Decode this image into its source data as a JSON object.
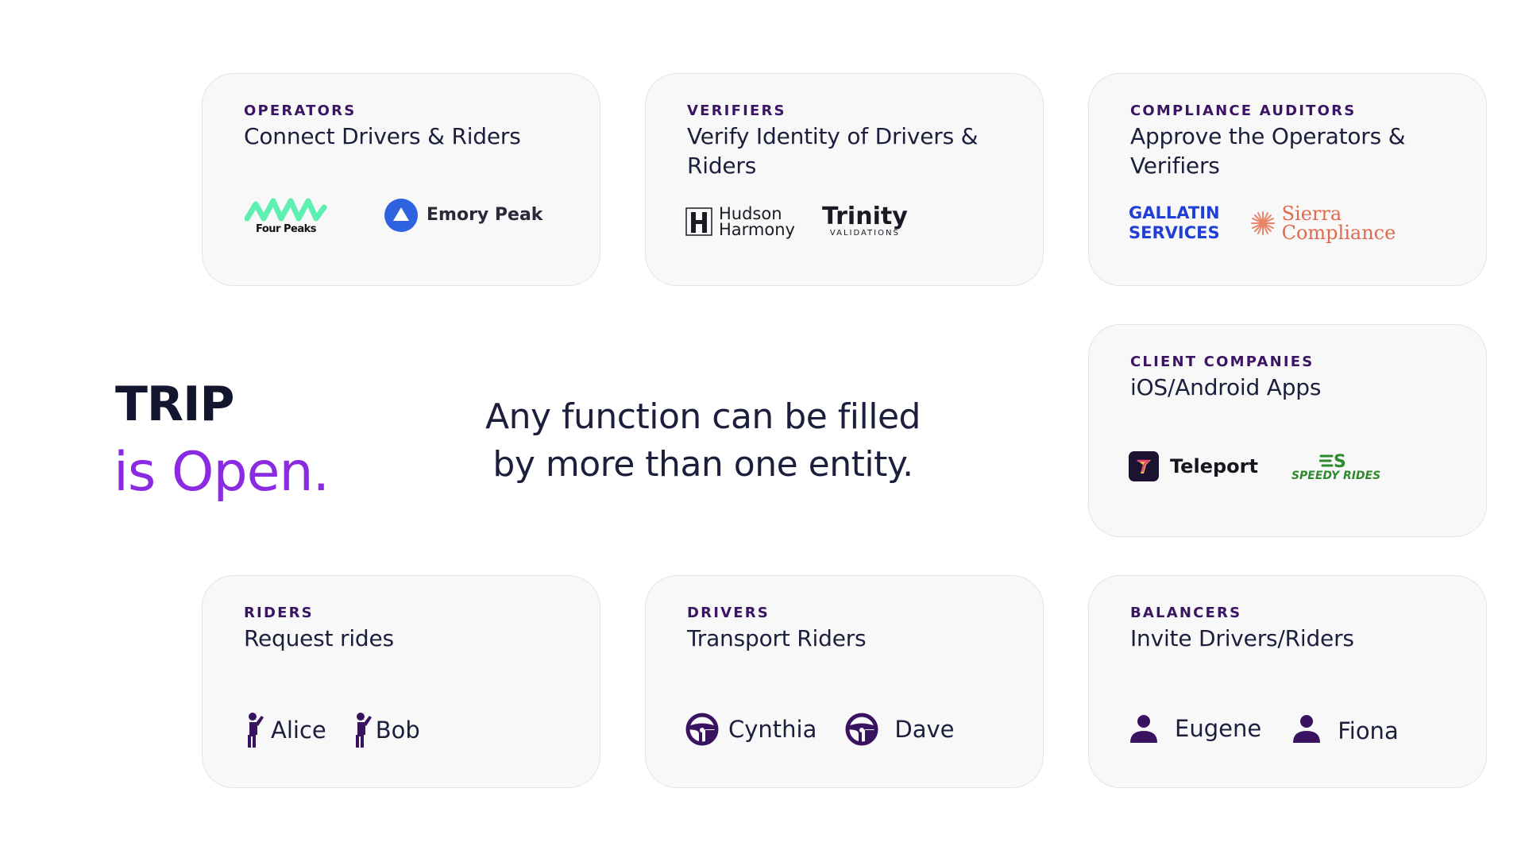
{
  "headline": {
    "title": "TRIP",
    "subtitle": "is Open."
  },
  "tagline": {
    "line1": "Any function can be filled",
    "line2": "by more than one entity."
  },
  "colors": {
    "accent": "#8a2be2",
    "role": "#3b1563",
    "text": "#1b1f3b",
    "card_bg": "#f8f8f9",
    "person_icon": "#3a1360"
  },
  "cards": {
    "operators": {
      "role": "OPERATORS",
      "title": "Connect Drivers & Riders",
      "entities": [
        "Four Peaks",
        "Emory Peak"
      ]
    },
    "verifiers": {
      "role": "VERIFIERS",
      "title_line1": "Verify Identity of Drivers &",
      "title_line2": "Riders",
      "entities": {
        "hudson_line1": "Hudson",
        "hudson_line2": "Harmony",
        "trinity": "Trinity",
        "trinity_sub": "VALIDATIONS"
      }
    },
    "compliance": {
      "role": "COMPLIANCE AUDITORS",
      "title_line1": "Approve the Operators &",
      "title_line2": "Verifiers",
      "entities": {
        "gallatin_line1": "GALLATIN",
        "gallatin_line2": "SERVICES",
        "sierra_line1": "Sierra",
        "sierra_line2": "Compliance"
      }
    },
    "clients": {
      "role": "CLIENT COMPANIES",
      "title": "iOS/Android Apps",
      "entities": {
        "teleport": "Teleport",
        "speedy": "SPEEDY RIDES"
      }
    },
    "riders": {
      "role": "RIDERS",
      "title": "Request rides",
      "entities": [
        "Alice",
        "Bob"
      ],
      "icon": "person-hailing-icon"
    },
    "drivers": {
      "role": "DRIVERS",
      "title": "Transport Riders",
      "entities": [
        "Cynthia",
        "Dave"
      ],
      "icon": "steering-wheel-icon"
    },
    "balancers": {
      "role": "BALANCERS",
      "title": "Invite Drivers/Riders",
      "entities": [
        "Eugene",
        "Fiona"
      ],
      "icon": "person-icon"
    }
  }
}
